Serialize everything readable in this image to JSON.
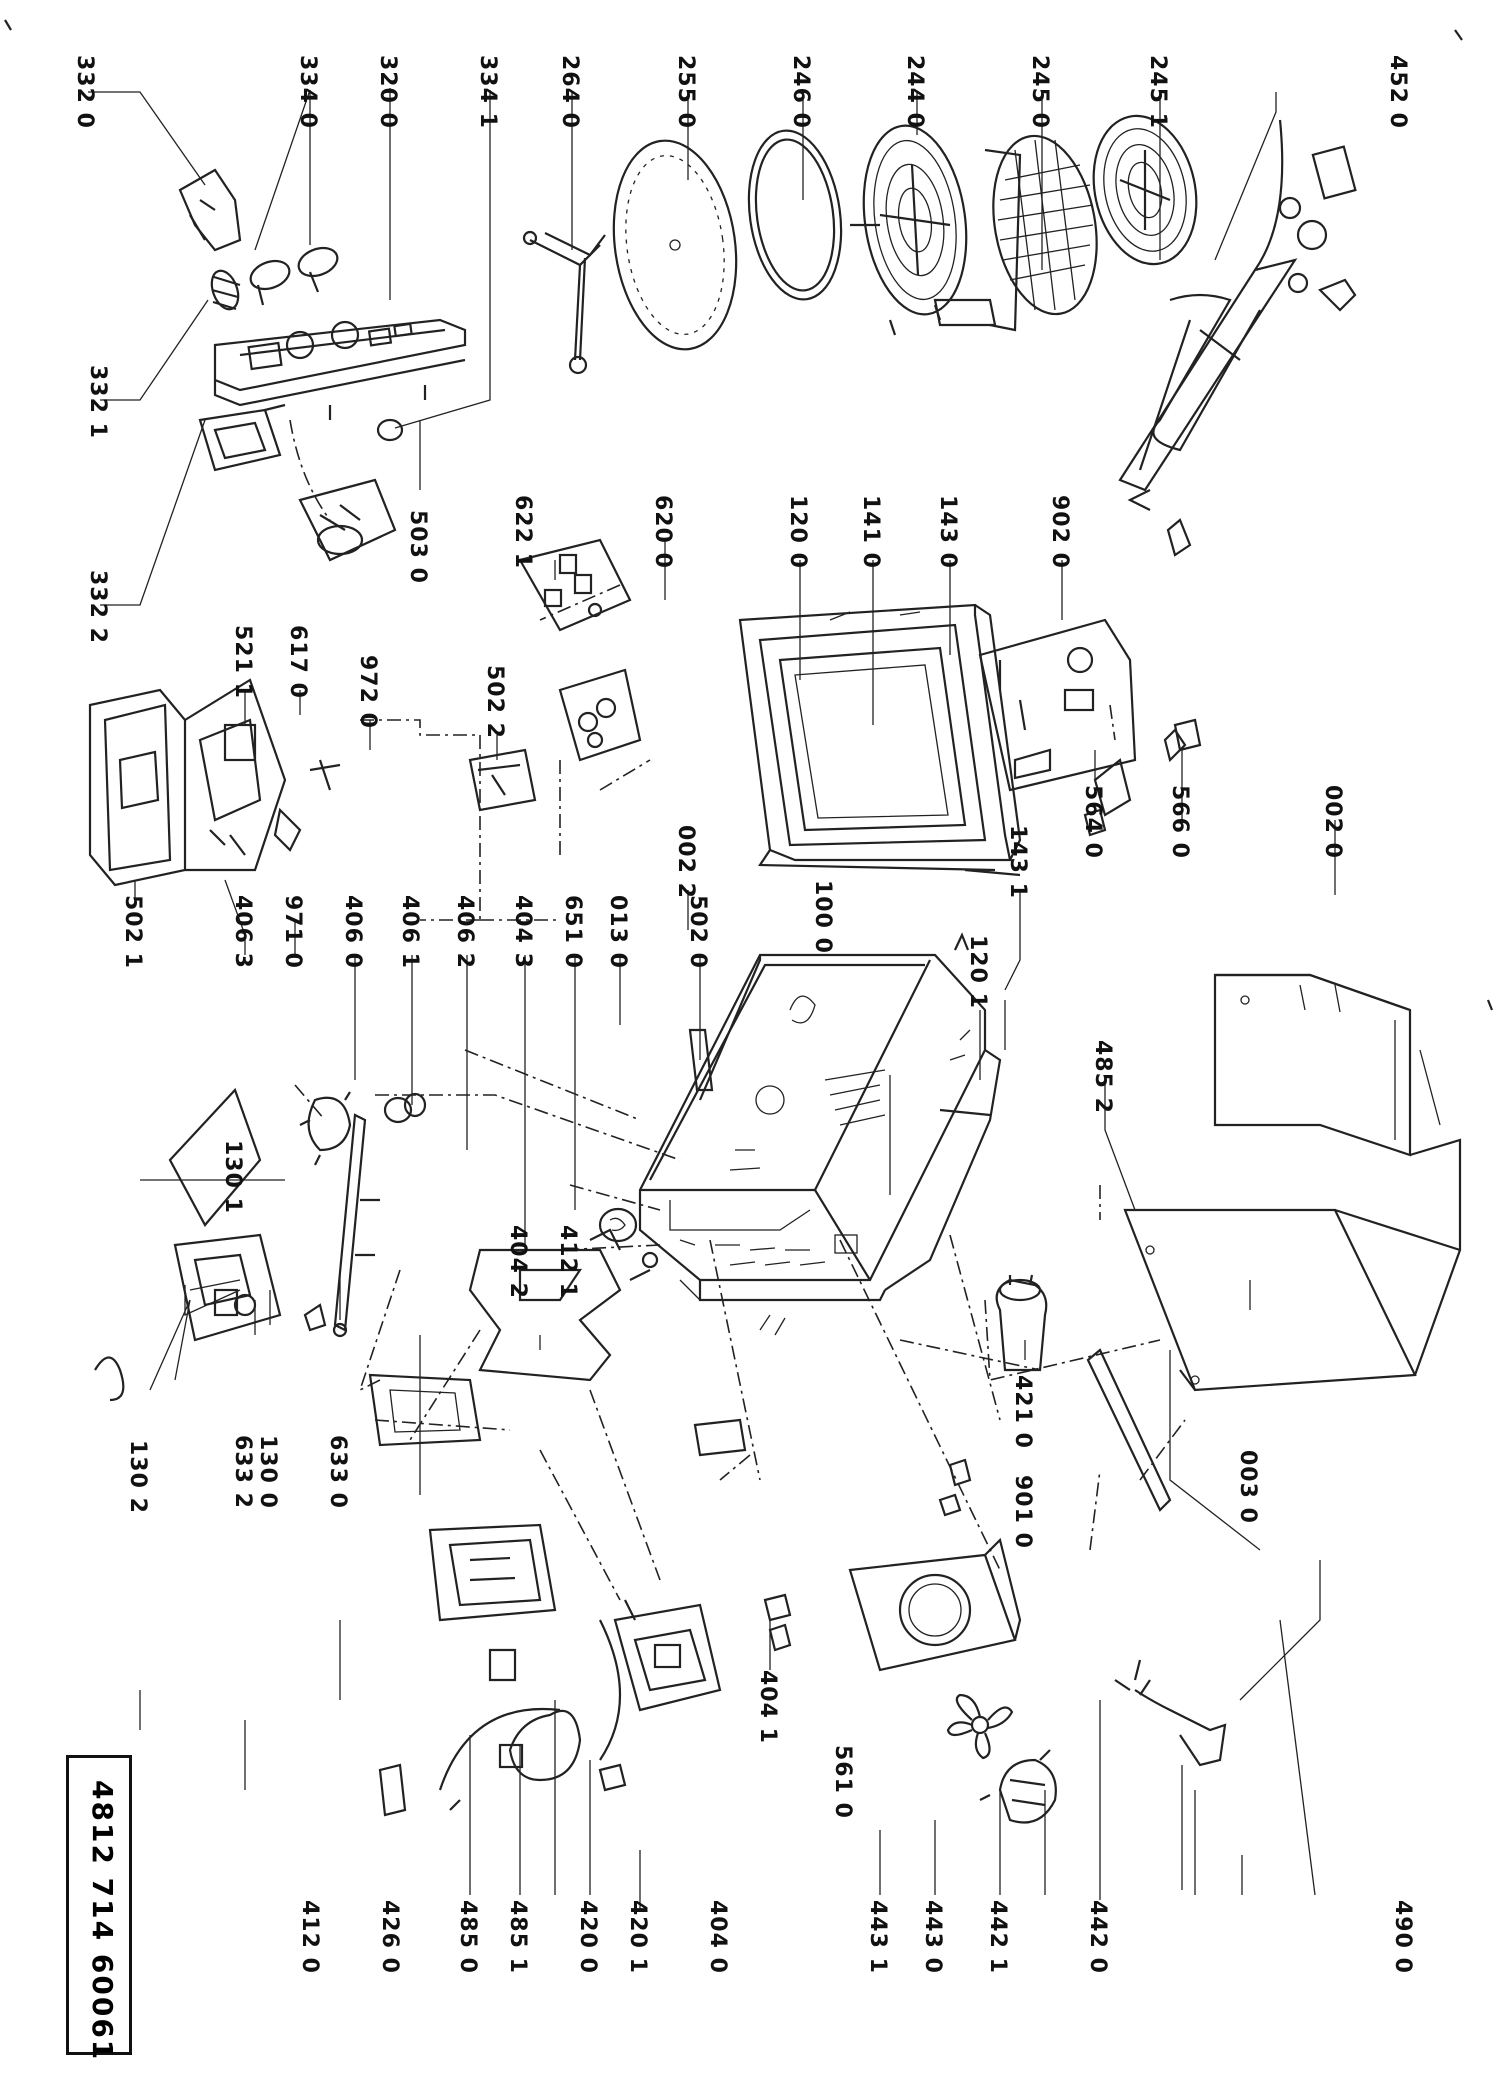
{
  "document_number": "4812 714 60061",
  "part_labels": [
    "332 0",
    "334 0",
    "320 0",
    "334 1",
    "264 0",
    "255 0",
    "246 0",
    "244 0",
    "245 0",
    "245 1",
    "452 0",
    "332 1",
    "332 2",
    "503 0",
    "622 1",
    "620 0",
    "120 0",
    "141 0",
    "143 0",
    "902 0",
    "521 1",
    "617 0",
    "972 0",
    "502 2",
    "564 0",
    "566 0",
    "002 0",
    "002 2",
    "143 1",
    "100 0",
    "120 1",
    "502 1",
    "406 3",
    "971 0",
    "406 0",
    "406 1",
    "406 2",
    "404 3",
    "651 0",
    "013 0",
    "502 0",
    "485 2",
    "130 1",
    "404 2",
    "412 1",
    "421 0",
    "003 0",
    "130 2",
    "633 2",
    "130 0",
    "633 0",
    "901 0",
    "404 1",
    "561 0",
    "443 1",
    "443 0",
    "442 1",
    "442 0",
    "490 0",
    "412 0",
    "426 0",
    "485 0",
    "485 1",
    "420 0",
    "420 1",
    "404 0"
  ]
}
